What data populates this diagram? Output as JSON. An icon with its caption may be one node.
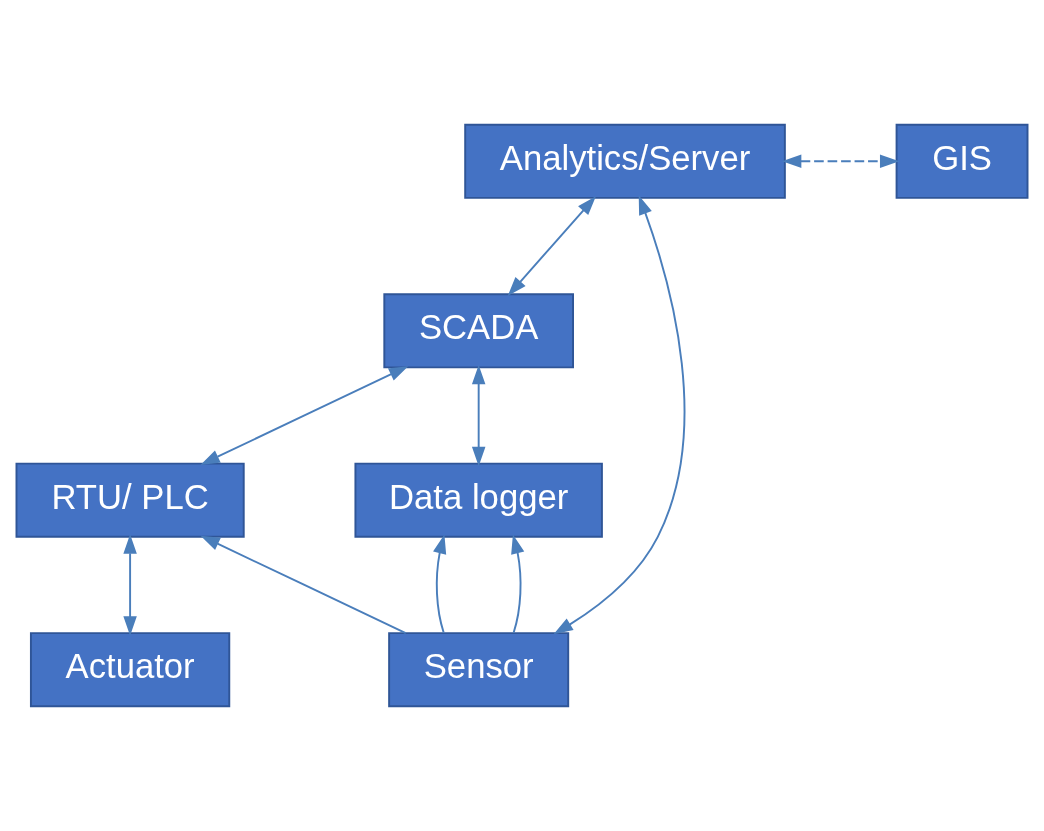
{
  "diagram": {
    "nodes": [
      {
        "text": [
          "Analytics/Server"
        ]
      },
      {
        "text": [
          "GIS"
        ]
      },
      {
        "text": [
          "SCADA"
        ]
      },
      {
        "text": [
          "Data logger"
        ]
      },
      {
        "text": [
          "RTU/ PLC"
        ]
      },
      {
        "text": [
          "Sensor"
        ]
      },
      {
        "text": [
          "Actuator"
        ]
      }
    ],
    "edges": [
      {
        "from": 0,
        "to": 1,
        "arrow": "both",
        "style": "dashed"
      },
      {
        "from": 0,
        "to": 2,
        "arrow": "both"
      },
      {
        "from": 2,
        "to": 3,
        "arrow": "both"
      },
      {
        "from": 2,
        "to": 4,
        "arrow": "both"
      },
      {
        "from": 5,
        "to": 0,
        "arrow": "both"
      },
      {
        "from": 5,
        "to": 3,
        "arrow": "to"
      },
      {
        "from": 5,
        "to": 3,
        "arrow": "to"
      },
      {
        "from": 5,
        "to": 4,
        "arrow": "to"
      },
      {
        "from": 4,
        "to": 6,
        "arrow": "both"
      }
    ]
  }
}
